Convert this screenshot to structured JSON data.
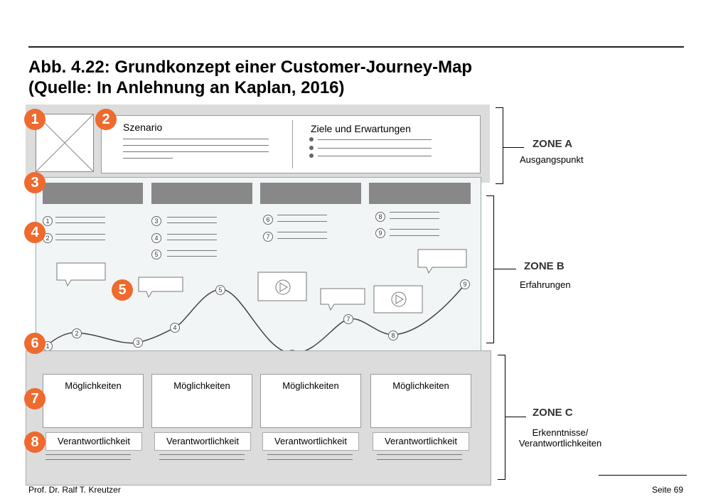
{
  "title": {
    "line1": "Abb. 4.22: Grundkonzept einer Customer-Journey-Map",
    "line2": "(Quelle: In Anlehnung an Kaplan, 2016)"
  },
  "zone_a": {
    "scenario_label": "Szenario",
    "goals_label": "Ziele und Erwartungen",
    "zone_title": "ZONE A",
    "zone_subtitle": "Ausgangspunkt"
  },
  "zone_b": {
    "zone_title": "ZONE B",
    "zone_subtitle": "Erfahrungen",
    "step_numbers": [
      "1",
      "2",
      "3",
      "4",
      "5",
      "6",
      "7",
      "8",
      "9"
    ]
  },
  "zone_c": {
    "opportunities": [
      "Möglichkeiten",
      "Möglichkeiten",
      "Möglichkeiten",
      "Möglichkeiten"
    ],
    "responsibilities": [
      "Verantwortlichkeit",
      "Verantwortlichkeit",
      "Verantwortlichkeit",
      "Verantwortlichkeit"
    ],
    "zone_title": "ZONE C",
    "zone_subtitle_line1": "Erkenntnisse/",
    "zone_subtitle_line2": "Verantwortlichkeiten"
  },
  "badges": [
    "1",
    "2",
    "3",
    "4",
    "5",
    "6",
    "7",
    "8"
  ],
  "footer": {
    "author": "Prof. Dr. Ralf T. Kreutzer",
    "page": "Seite 69"
  },
  "colors": {
    "badge": "#ee6a2e",
    "phase_bar": "#888888"
  }
}
